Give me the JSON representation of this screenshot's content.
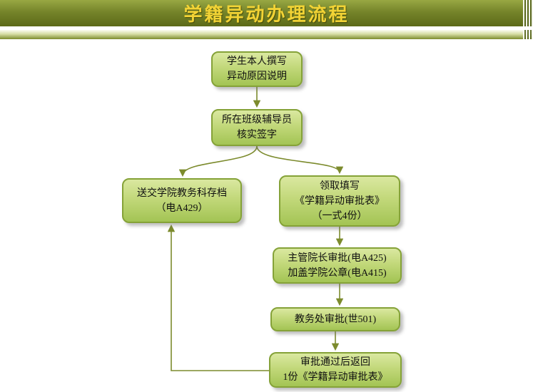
{
  "header": {
    "title": "学籍异动办理流程"
  },
  "flow": {
    "boxes": [
      {
        "id": "write-reason",
        "lines": [
          "学生本人撰写",
          "异动原因说明"
        ]
      },
      {
        "id": "counselor-verify",
        "lines": [
          "所在班级辅导员",
          "核实签字"
        ]
      },
      {
        "id": "archive-office",
        "lines": [
          "送交学院教务科存档",
          "（电A429）"
        ]
      },
      {
        "id": "get-form",
        "lines": [
          "领取填写",
          "《学籍异动审批表》",
          "（一式4份）"
        ]
      },
      {
        "id": "dean-approval",
        "lines": [
          "主管院长审批(电A425)",
          "加盖学院公章(电A415)"
        ]
      },
      {
        "id": "academic-office-approval",
        "lines": [
          "教务处审批(世501)"
        ]
      },
      {
        "id": "return-form",
        "lines": [
          "审批通过后返回",
          "1份《学籍异动审批表》"
        ]
      }
    ]
  },
  "colors": {
    "title_text": "#f2d335",
    "bar_green": "#75842a",
    "box_fill_top": "#dae8a0",
    "box_fill_bottom": "#a3c454",
    "box_border": "#85a238",
    "connector": "#7c8b2d"
  }
}
